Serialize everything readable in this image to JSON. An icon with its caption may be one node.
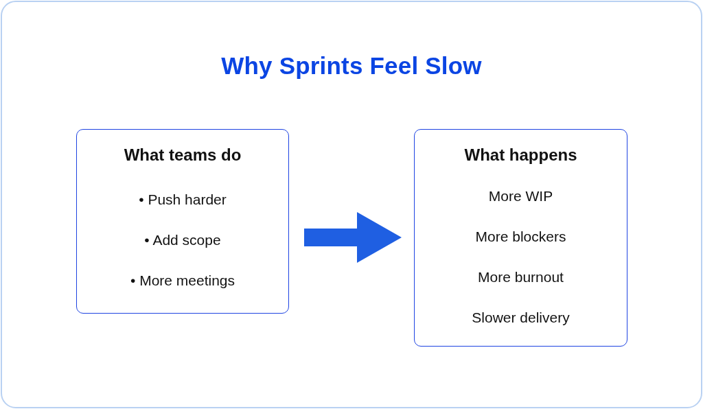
{
  "diagram": {
    "title": "Why Sprints Feel Slow",
    "nodes": [
      {
        "text": [
          "What teams do",
          "• Push harder",
          "• Add scope",
          "• More meetings"
        ]
      },
      {
        "text": [
          "What happens",
          "More WIP",
          "More blockers",
          "More burnout",
          "Slower delivery"
        ]
      }
    ],
    "edges": [
      {
        "from": 0,
        "to": 1,
        "arrow": "to"
      }
    ]
  }
}
